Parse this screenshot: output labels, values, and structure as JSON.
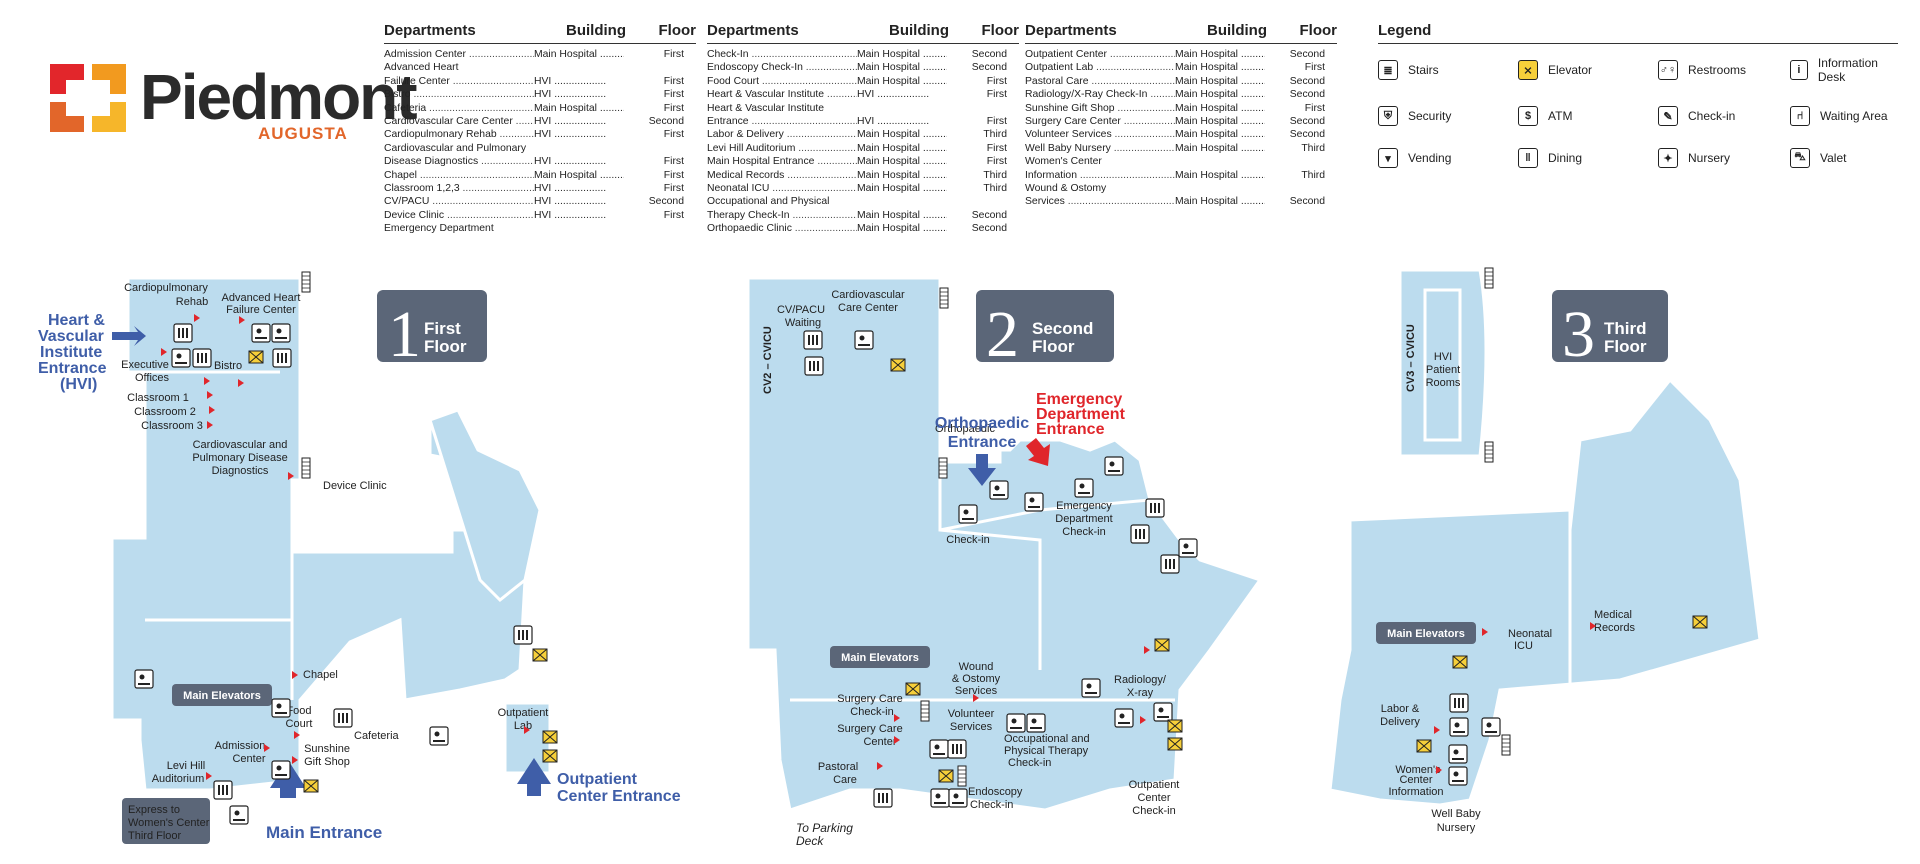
{
  "logo": {
    "brand": "Piedmont",
    "sub": "AUGUSTA"
  },
  "directory": {
    "headers": {
      "dept": "Departments",
      "bldg": "Building",
      "floor": "Floor"
    },
    "col1": [
      {
        "n": "Admission Center",
        "b": "Main Hospital",
        "f": "First"
      },
      {
        "n": "Advanced Heart",
        "b": "",
        "f": "",
        "head": true
      },
      {
        "n": "  Failure Center",
        "b": "HVI",
        "f": "First"
      },
      {
        "n": "Bistro",
        "b": "HVI",
        "f": "First"
      },
      {
        "n": "Cafeteria",
        "b": "Main Hospital",
        "f": "First"
      },
      {
        "n": "Cardiovascular Care Center",
        "b": "HVI",
        "f": "Second"
      },
      {
        "n": "Cardiopulmonary Rehab",
        "b": "HVI",
        "f": "First"
      },
      {
        "n": "Cardiovascular and Pulmonary",
        "b": "",
        "f": "",
        "head": true
      },
      {
        "n": "  Disease Diagnostics",
        "b": "HVI",
        "f": "First"
      },
      {
        "n": "Chapel",
        "b": "Main Hospital",
        "f": "First"
      },
      {
        "n": "Classroom 1,2,3",
        "b": "HVI",
        "f": "First"
      },
      {
        "n": "CV/PACU",
        "b": "HVI",
        "f": "Second"
      },
      {
        "n": "Device Clinic",
        "b": "HVI",
        "f": "First"
      },
      {
        "n": "Emergency Department",
        "b": "",
        "f": "",
        "head": true
      }
    ],
    "col2": [
      {
        "n": "  Check-In",
        "b": "Main Hospital",
        "f": "Second"
      },
      {
        "n": "Endoscopy Check-In",
        "b": "Main Hospital",
        "f": "Second"
      },
      {
        "n": "Food Court",
        "b": "Main Hospital",
        "f": "First"
      },
      {
        "n": "Heart & Vascular Institute",
        "b": "HVI",
        "f": "First"
      },
      {
        "n": "Heart & Vascular Institute",
        "b": "",
        "f": "",
        "head": true
      },
      {
        "n": "  Entrance",
        "b": "HVI",
        "f": "First"
      },
      {
        "n": "Labor & Delivery",
        "b": "Main Hospital",
        "f": "Third"
      },
      {
        "n": "Levi Hill Auditorium",
        "b": "Main Hospital",
        "f": "First"
      },
      {
        "n": "Main Hospital Entrance",
        "b": "Main Hospital",
        "f": "First"
      },
      {
        "n": "Medical Records",
        "b": "Main Hospital",
        "f": "Third"
      },
      {
        "n": "Neonatal ICU",
        "b": "Main Hospital",
        "f": "Third"
      },
      {
        "n": "Occupational and Physical",
        "b": "",
        "f": "",
        "head": true
      },
      {
        "n": "  Therapy Check-In",
        "b": "Main Hospital",
        "f": "Second"
      },
      {
        "n": "Orthopaedic Clinic",
        "b": "Main Hospital",
        "f": "Second"
      }
    ],
    "col3": [
      {
        "n": "Outpatient Center",
        "b": "Main Hospital",
        "f": "Second"
      },
      {
        "n": "Outpatient Lab",
        "b": "Main Hospital",
        "f": "First"
      },
      {
        "n": "Pastoral Care",
        "b": "Main Hospital",
        "f": "Second"
      },
      {
        "n": "Radiology/X-Ray Check-In",
        "b": "Main Hospital",
        "f": "Second"
      },
      {
        "n": "Sunshine Gift Shop",
        "b": "Main Hospital",
        "f": "First"
      },
      {
        "n": "Surgery Care Center",
        "b": "Main Hospital",
        "f": "Second"
      },
      {
        "n": "Volunteer Services",
        "b": "Main Hospital",
        "f": "Second"
      },
      {
        "n": "Well Baby Nursery",
        "b": "Main Hospital",
        "f": "Third"
      },
      {
        "n": "Women's Center",
        "b": "",
        "f": "",
        "head": true
      },
      {
        "n": "  Information",
        "b": "Main Hospital",
        "f": "Third"
      },
      {
        "n": "Wound & Ostomy",
        "b": "",
        "f": "",
        "head": true
      },
      {
        "n": "  Services",
        "b": "Main Hospital",
        "f": "Second"
      }
    ]
  },
  "legend": {
    "title": "Legend",
    "items": [
      {
        "label": "Stairs",
        "sym": "≣",
        "cls": ""
      },
      {
        "label": "Elevator",
        "sym": "⨯",
        "cls": "el"
      },
      {
        "label": "Restrooms",
        "sym": "♂♀",
        "cls": ""
      },
      {
        "label": "Information Desk",
        "sym": "i",
        "cls": ""
      },
      {
        "label": "Security",
        "sym": "⛨",
        "cls": ""
      },
      {
        "label": "ATM",
        "sym": "$",
        "cls": ""
      },
      {
        "label": "Check-in",
        "sym": "✎",
        "cls": ""
      },
      {
        "label": "Waiting Area",
        "sym": "⑁",
        "cls": ""
      },
      {
        "label": "Vending",
        "sym": "▾",
        "cls": ""
      },
      {
        "label": "Dining",
        "sym": "‖",
        "cls": ""
      },
      {
        "label": "Nursery",
        "sym": "✦",
        "cls": ""
      },
      {
        "label": "Valet",
        "sym": "⛍",
        "cls": ""
      }
    ]
  },
  "floors": {
    "f1": {
      "num": "1",
      "name1": "First",
      "name2": "Floor"
    },
    "f2": {
      "num": "2",
      "name1": "Second",
      "name2": "Floor"
    },
    "f3": {
      "num": "3",
      "name1": "Third",
      "name2": "Floor"
    }
  },
  "labels": {
    "f1": {
      "hvi1": "Heart &",
      "hvi2": "Vascular",
      "hvi3": "Institute",
      "hvi4": "Entrance",
      "hvi5": "(HVI)",
      "rehab1": "Cardiopulmonary",
      "rehab2": "Rehab",
      "ahf1": "Advanced Heart",
      "ahf2": "Failure Center",
      "exec1": "Executive",
      "exec2": "Offices",
      "bistro": "Bistro",
      "c1": "Classroom 1",
      "c2": "Classroom 2",
      "c3": "Classroom 3",
      "cvp1": "Cardiovascular and",
      "cvp2": "Pulmonary Disease",
      "cvp3": "Diagnostics",
      "device": "Device Clinic",
      "chapel": "Chapel",
      "mainelev": "Main Elevators",
      "food1": "Food",
      "food2": "Court",
      "cafeteria": "Cafeteria",
      "adm1": "Admission",
      "adm2": "Center",
      "sun1": "Sunshine",
      "sun2": "Gift Shop",
      "levi1": "Levi Hill",
      "levi2": "Auditorium",
      "exp1": "Express to",
      "exp2": "Women's Center",
      "exp3": "Third Floor",
      "mainent": "Main Entrance",
      "olab1": "Outpatient",
      "olab2": "Lab",
      "oce1": "Outpatient",
      "oce2": "Center Entrance"
    },
    "f2": {
      "cvpacu1": "CV/PACU",
      "cvpacu2": "Waiting",
      "cvcc1": "Cardiovascular",
      "cvcc2": "Care Center",
      "cv2": "CV2 – CVICU",
      "ortho1": "Orthopaedic",
      "ortho2": "Entrance",
      "ed1": "Emergency",
      "ed2": "Department",
      "ed3": "Entrance",
      "edci1": "Emergency",
      "edci2": "Department",
      "edci3": "Check-in",
      "orci1": "Orthopaedic",
      "orci2": "Check-in",
      "mainelev": "Main Elevators",
      "wound1": "Wound",
      "wound2": "& Ostomy",
      "wound3": "Services",
      "sc1": "Surgery Care",
      "sc2": "Check-in",
      "scc1": "Surgery Care",
      "scc2": "Center",
      "vol1": "Volunteer",
      "vol2": "Services",
      "past1": "Pastoral",
      "past2": "Care",
      "rad1": "Radiology/",
      "rad2": "X-ray",
      "ot1": "Occupational and",
      "ot2": "Physical Therapy",
      "ot3": "Check-in",
      "endo1": "Endoscopy",
      "endo2": "Check-in",
      "oc1": "Outpatient",
      "oc2": "Center",
      "oc3": "Check-in",
      "park1": "To Parking",
      "park2": "Deck"
    },
    "f3": {
      "cv3": "CV3 – CVICU",
      "hvi1": "HVI",
      "hvi2": "Patient",
      "hvi3": "Rooms",
      "mainelev": "Main Elevators",
      "nicu1": "Neonatal",
      "nicu2": "ICU",
      "med1": "Medical",
      "med2": "Records",
      "ld1": "Labor &",
      "ld2": "Delivery",
      "wc1": "Women's",
      "wc2": "Center",
      "wc3": "Information",
      "wb1": "Well Baby",
      "wb2": "Nursery"
    }
  },
  "colors": {
    "floor": "#bcdcee",
    "walls": "#ffffff",
    "blue": "#3f5ea8",
    "red": "#e0262b",
    "badge": "#5b6678",
    "elev": "#f6cf3a"
  }
}
